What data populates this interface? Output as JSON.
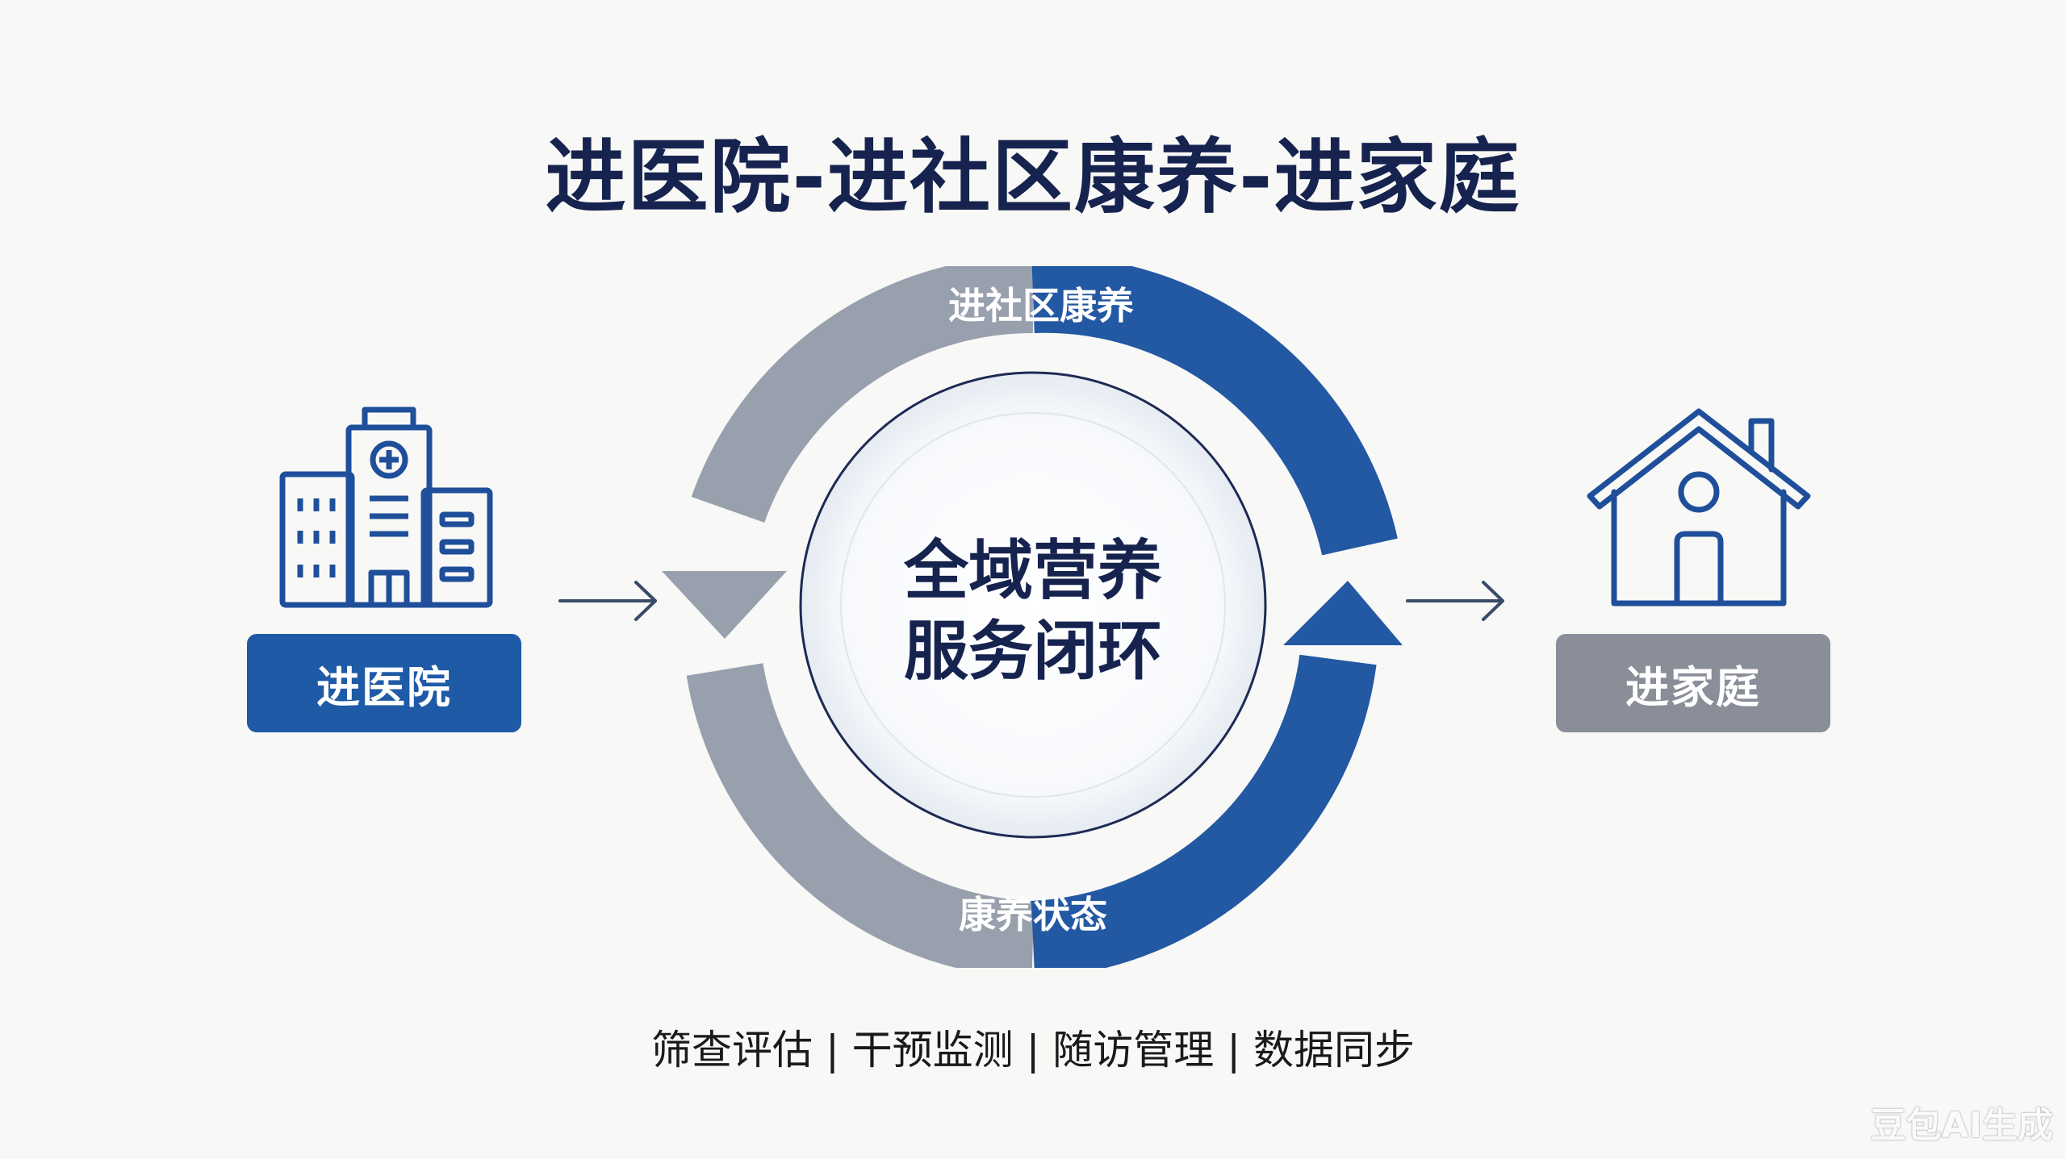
{
  "title": "进医院-进社区康养-进家庭",
  "left_node": {
    "label": "进医院",
    "icon": "hospital-icon"
  },
  "right_node": {
    "label": "进家庭",
    "icon": "house-icon"
  },
  "cycle": {
    "top_label": "进社区康养",
    "bottom_label": "康养状态",
    "center_line1": "全域营养",
    "center_line2": "服务闭环"
  },
  "footer": "筛查评估 | 干预监测 | 随访管理 | 数据同步",
  "watermark": "豆包AI生成",
  "colors": {
    "primary_blue": "#1f5aa6",
    "gray": "#8a8e99",
    "title": "#17234f"
  }
}
